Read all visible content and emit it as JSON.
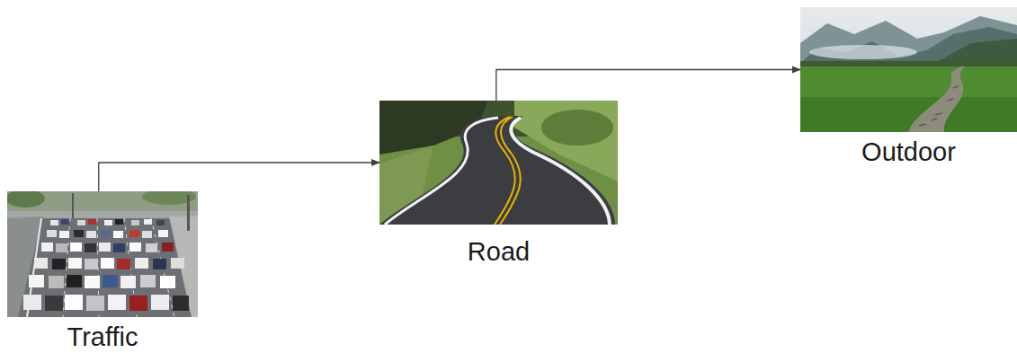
{
  "diagram": {
    "nodes": [
      {
        "text": [
          "Traffic"
        ]
      },
      {
        "text": [
          "Road"
        ]
      },
      {
        "text": [
          "Outdoor"
        ]
      }
    ],
    "edges": [
      {
        "from": 0,
        "to": 1,
        "arrow": "to"
      },
      {
        "from": 1,
        "to": 2,
        "arrow": "to"
      }
    ]
  }
}
